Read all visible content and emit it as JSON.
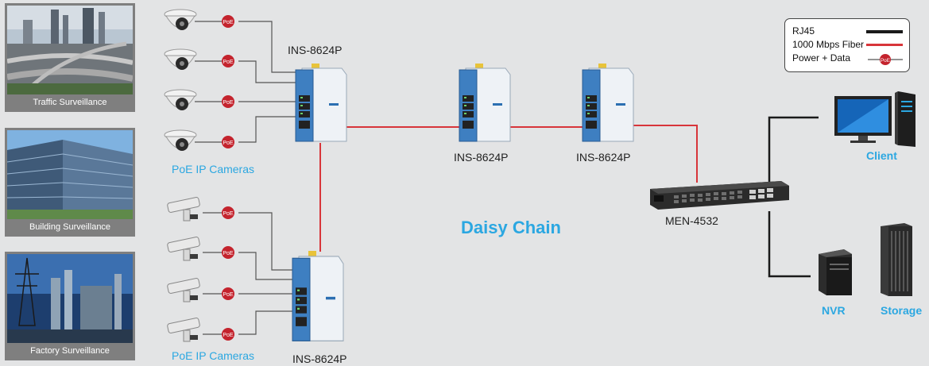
{
  "sites": [
    {
      "caption": "Traffic Surveillance"
    },
    {
      "caption": "Building Surveillance"
    },
    {
      "caption": "Factory Surveillance"
    }
  ],
  "camera_groups": [
    {
      "label": "PoE IP Cameras"
    },
    {
      "label": "PoE IP Cameras"
    }
  ],
  "poe_tag": "PoE",
  "switches": [
    {
      "label": "INS-8624P"
    },
    {
      "label": "INS-8624P"
    },
    {
      "label": "INS-8624P"
    },
    {
      "label": "INS-8624P"
    }
  ],
  "core_switch": {
    "label": "MEN-4532"
  },
  "title": "Daisy Chain",
  "endpoints": {
    "client": "Client",
    "nvr": "NVR",
    "storage": "Storage"
  },
  "legend": {
    "rj45": "RJ45",
    "fiber": "1000 Mbps Fiber",
    "power": "Power + Data"
  },
  "colors": {
    "fiber": "#d8353a",
    "rj45": "#1a1a1a",
    "accent": "#2ba7e1",
    "poe": "#c4232d",
    "thumb_frame": "#7f7f7f"
  }
}
